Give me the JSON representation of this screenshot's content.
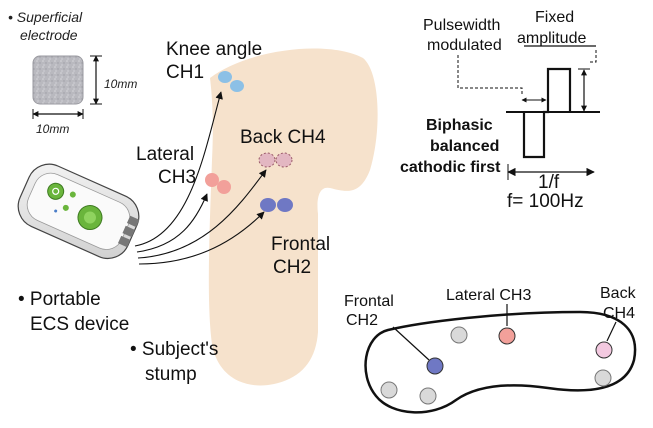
{
  "electrode": {
    "title_line1": "• Superficial",
    "title_line2": "electrode",
    "height_label": "10mm",
    "width_label": "10mm"
  },
  "stump_labels": {
    "knee_line1": "Knee angle",
    "knee_line2": "CH1",
    "lateral_line1": "Lateral",
    "lateral_line2": "CH3",
    "back": "Back CH4",
    "frontal_line1": "Frontal",
    "frontal_line2": "CH2"
  },
  "device": {
    "label_line1": "• Portable",
    "label_line2": "ECS device"
  },
  "subject": {
    "label_line1": "• Subject's",
    "label_line2": "stump"
  },
  "waveform": {
    "pw_line1": "Pulsewidth",
    "pw_line2": "modulated",
    "fa_line1": "Fixed",
    "fa_line2": "amplitude",
    "type_line1": "Biphasic",
    "type_line2": "balanced",
    "type_line3": "cathodic first",
    "period_label": "1/f",
    "freq_label": "f= 100Hz"
  },
  "cross_section": {
    "lateral": "Lateral CH3",
    "frontal_line1": "Frontal",
    "frontal_line2": "CH2",
    "back_line1": "Back",
    "back_line2": "CH4"
  },
  "colors": {
    "knee": "#8cc0e6",
    "lateral": "#f2a09a",
    "back": "#e3b7c2",
    "frontal": "#6f78c4",
    "stump": "#f6e2cc",
    "inactive_electrode": "#d9d9d9",
    "device_green": "#6ab53c"
  }
}
